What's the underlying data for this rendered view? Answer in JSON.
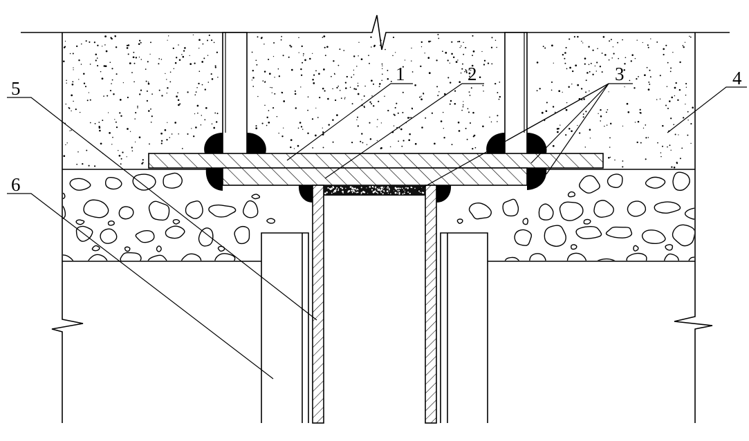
{
  "labels": [
    {
      "text": "1"
    },
    {
      "text": "2"
    },
    {
      "text": "3"
    },
    {
      "text": "4"
    },
    {
      "text": "5"
    },
    {
      "text": "6"
    }
  ],
  "colors": {
    "line": "#000000",
    "weld": "#000000",
    "background": "#ffffff"
  }
}
